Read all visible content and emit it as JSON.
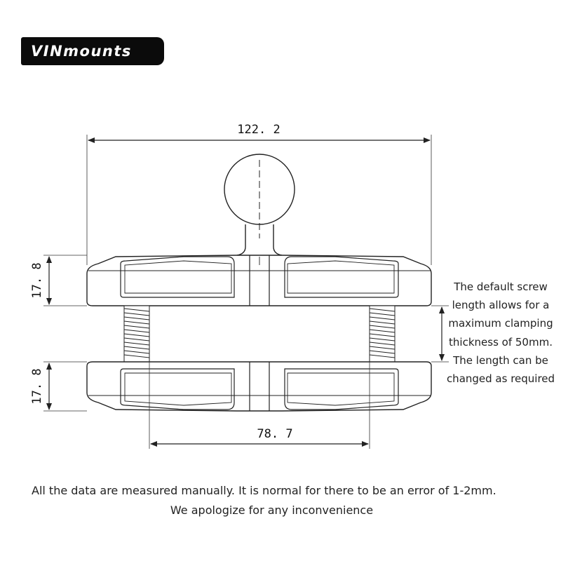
{
  "brand": {
    "name": "VINmounts"
  },
  "dimensions": {
    "overall_width": "122. 2",
    "top_plate_height": "17. 8",
    "bottom_plate_height": "17. 8",
    "screw_spacing": "78. 7"
  },
  "note": {
    "lines": [
      "The default screw",
      "length allows for a",
      "maximum clamping",
      "thickness of 50mm.",
      "The length can be",
      "changed as required"
    ]
  },
  "footer": {
    "line1": "All the data are measured manually. It is normal for there to be an error of 1-2mm.",
    "line2": "We apologize for any inconvenience"
  },
  "colors": {
    "line": "#222222",
    "logo_bg": "#0b0b0b",
    "logo_text": "#ffffff"
  }
}
